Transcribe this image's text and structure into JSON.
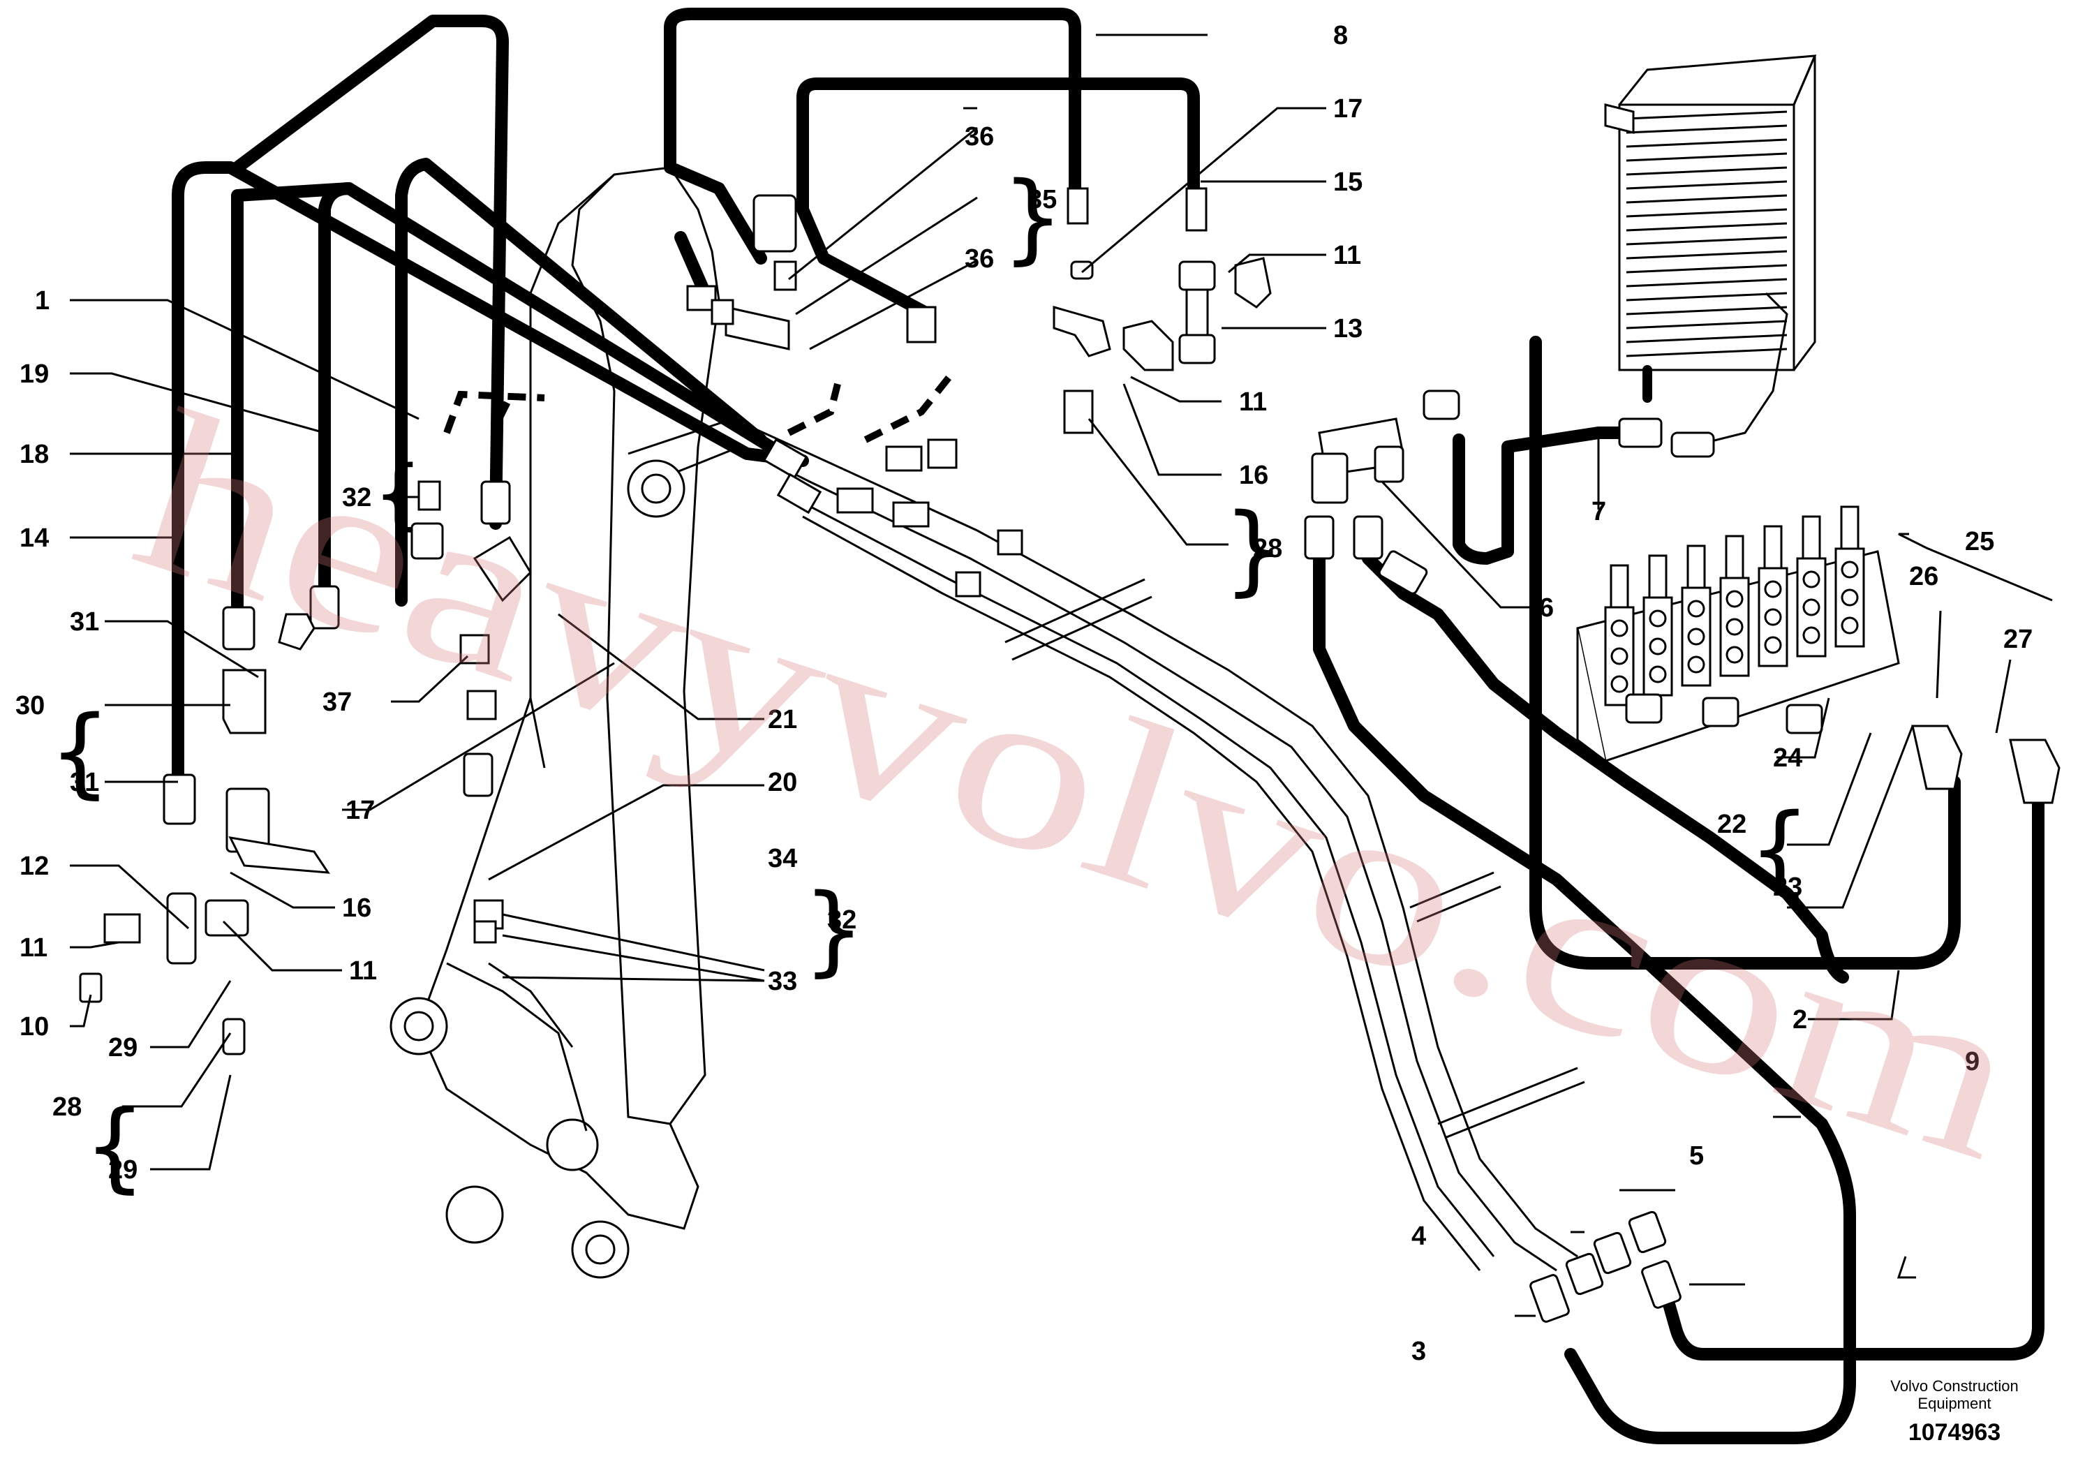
{
  "labels": {
    "l1": "1",
    "l2": "2",
    "l3": "3",
    "l4": "4",
    "l5": "5",
    "l6": "6",
    "l7": "7",
    "l8": "8",
    "l9": "9",
    "l10": "10",
    "l11a": "11",
    "l11b": "11",
    "l11c": "11",
    "l11d": "11",
    "l12": "12",
    "l13": "13",
    "l14": "14",
    "l15": "15",
    "l16a": "16",
    "l16b": "16",
    "l17a": "17",
    "l17b": "17",
    "l18": "18",
    "l19": "19",
    "l20": "20",
    "l21": "21",
    "l22": "22",
    "l23": "23",
    "l24": "24",
    "l25": "25",
    "l26": "26",
    "l27": "27",
    "l28a": "28",
    "l28b": "28",
    "l29a": "29",
    "l29b": "29",
    "l30": "30",
    "l31a": "31",
    "l31b": "31",
    "l32a": "32",
    "l32b": "32",
    "l33": "33",
    "l34": "34",
    "l35": "35",
    "l36a": "36",
    "l36b": "36",
    "l37": "37"
  },
  "footer": {
    "brand_line1": "Volvo Construction",
    "brand_line2": "Equipment",
    "doc_number": "1074963"
  },
  "watermark": "heavyvolvo.com"
}
